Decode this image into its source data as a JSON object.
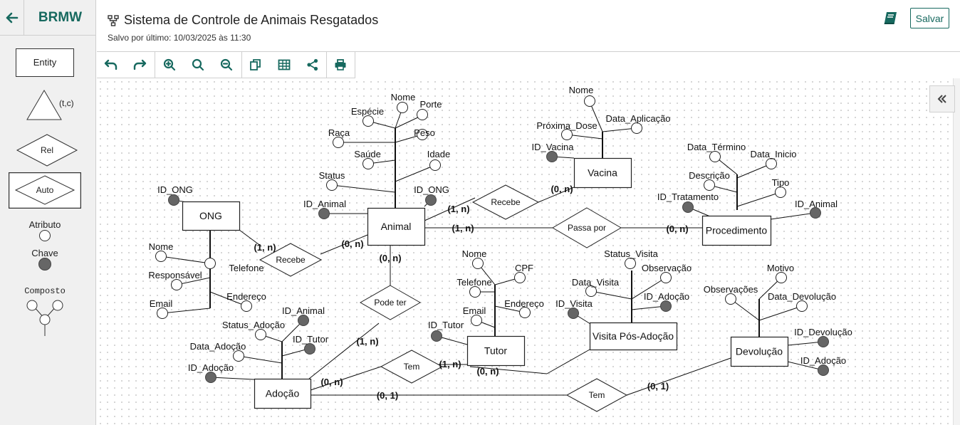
{
  "app": {
    "brand": "BRMW"
  },
  "header": {
    "title": "Sistema de Controle de Animais Resgatados",
    "subtitle": "Salvo por último: 10/03/2025 às 11:30",
    "save_label": "Salvar"
  },
  "palette": {
    "entity": "Entity",
    "specialization": "(t,c)",
    "relationship": "Rel",
    "auto": "Auto",
    "attribute": "Atributo",
    "key": "Chave",
    "composite": "Composto"
  },
  "toolbar": [
    "undo-icon",
    "redo-icon",
    "zoom-in-icon",
    "zoom-reset-icon",
    "zoom-out-icon",
    "copy-icon",
    "table-icon",
    "share-icon",
    "print-icon"
  ],
  "colors": {
    "accent": "#17695f",
    "key_fill": "#666666"
  },
  "diagram": {
    "entities": {
      "ong": "ONG",
      "animal": "Animal",
      "vacina": "Vacina",
      "procedimento": "Procedimento",
      "tutor": "Tutor",
      "visita": "Visita Pós-Adoção",
      "adocao": "Adoção",
      "devolucao": "Devolução"
    },
    "relationships": {
      "recebe_ong": "Recebe",
      "recebe_vacina": "Recebe",
      "passa_por": "Passa por",
      "pode_ter": "Pode ter",
      "tem_tutor": "Tem",
      "tem_devolucao": "Tem"
    },
    "cardinalities": {
      "ong_recebe": "(1, n)",
      "recebe_animal": "(0, n)",
      "animal_recebe_vac": "(1, n)",
      "recebe_vacina": "(0, n)",
      "animal_passa": "(1, n)",
      "passa_proc": "(0, n)",
      "animal_podeter": "(0, n)",
      "podeter_adocao": "(1, n)",
      "adocao_tem": "(0, n)",
      "tem_tutor": "(1, n)",
      "tutor_visita": "(0, n)",
      "adocao_tem2": "(0, 1)",
      "tem2_devolucao": "(0, 1)"
    },
    "attributes": {
      "animal": {
        "nome": "Nome",
        "porte": "Porte",
        "especie": "Espécie",
        "peso": "Peso",
        "raca": "Raça",
        "saude": "Saúde",
        "idade": "Idade",
        "status": "Status",
        "id_animal": "ID_Animal",
        "id_ong": "ID_ONG"
      },
      "ong": {
        "id_ong": "ID_ONG",
        "nome": "Nome",
        "telefone": "Telefone",
        "responsavel": "Responsável",
        "endereco": "Endereço",
        "email": "Email"
      },
      "vacina": {
        "nome": "Nome",
        "data_aplicacao": "Data_Aplicação",
        "proxima_dose": "Próxima_Dose",
        "id_vacina": "ID_Vacina"
      },
      "procedimento": {
        "data_termino": "Data_Término",
        "data_inicio": "Data_Inicio",
        "descricao": "Descrição",
        "tipo": "Tipo",
        "id_tratamento": "ID_Tratamento",
        "id_animal": "ID_Animal"
      },
      "tutor": {
        "nome": "Nome",
        "cpf": "CPF",
        "telefone": "Telefone",
        "email": "Email",
        "endereco": "Endereço",
        "id_tutor": "ID_Tutor"
      },
      "visita": {
        "status_visita": "Status_Visita",
        "observacao": "Observação",
        "data_visita": "Data_Visita",
        "id_adocao": "ID_Adoção",
        "id_visita": "ID_Visita"
      },
      "adocao": {
        "id_animal": "ID_Animal",
        "status_adocao": "Status_Adoção",
        "id_tutor": "ID_Tutor",
        "data_adocao": "Data_Adoção",
        "id_adocao": "ID_Adoção"
      },
      "devolucao": {
        "motivo": "Motivo",
        "observacoes": "Observações",
        "data_devolucao": "Data_Devolução",
        "id_devolucao": "ID_Devolução",
        "id_adocao": "ID_Adoção"
      }
    }
  }
}
